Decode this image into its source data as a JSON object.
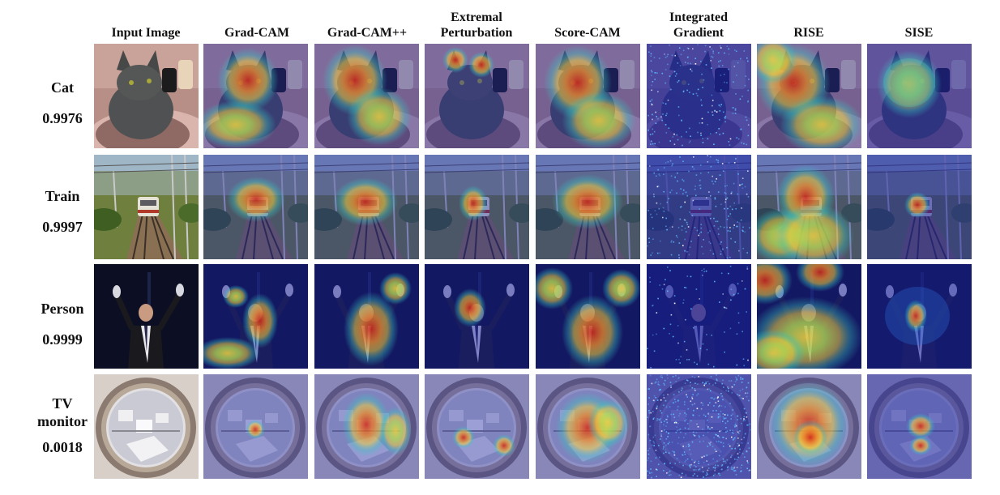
{
  "columns": [
    "Input Image",
    "Grad-CAM",
    "Grad-CAM++",
    "Extremal Perturbation",
    "Score-CAM",
    "Integrated Gradient",
    "RISE",
    "SISE"
  ],
  "rows": [
    {
      "class_lines": [
        "Cat"
      ],
      "score": "0.9976"
    },
    {
      "class_lines": [
        "Train"
      ],
      "score": "0.9997"
    },
    {
      "class_lines": [
        "Person"
      ],
      "score": "0.9999"
    },
    {
      "class_lines": [
        "TV",
        "monitor"
      ],
      "score": "0.0018"
    }
  ],
  "colors": {
    "heatmap_cold": "#2a3fb0",
    "heatmap_mid": "#38c8c0",
    "heatmap_warm": "#f0d040",
    "heatmap_hot": "#d02818",
    "background": "#ffffff"
  }
}
